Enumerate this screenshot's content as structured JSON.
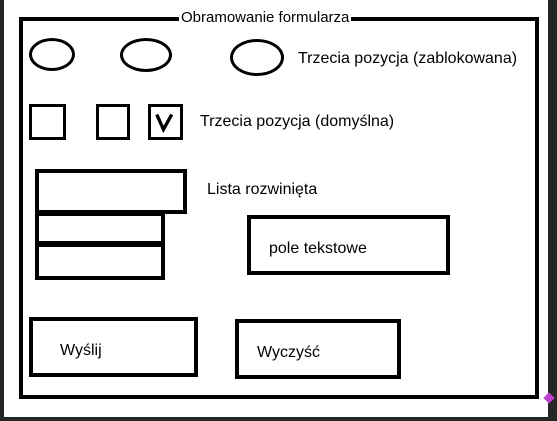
{
  "fieldset": {
    "legend": "Obramowanie formularza"
  },
  "radios": {
    "third_label": "Trzecia pozycja (zablokowana)"
  },
  "checkboxes": {
    "third_label": "Trzecia pozycja (domyślna)",
    "checked_index": 3
  },
  "list": {
    "label": "Lista rozwinięta"
  },
  "textfield": {
    "label": "pole tekstowe"
  },
  "buttons": {
    "submit_label": "Wyślij",
    "reset_label": "Wyczyść"
  }
}
